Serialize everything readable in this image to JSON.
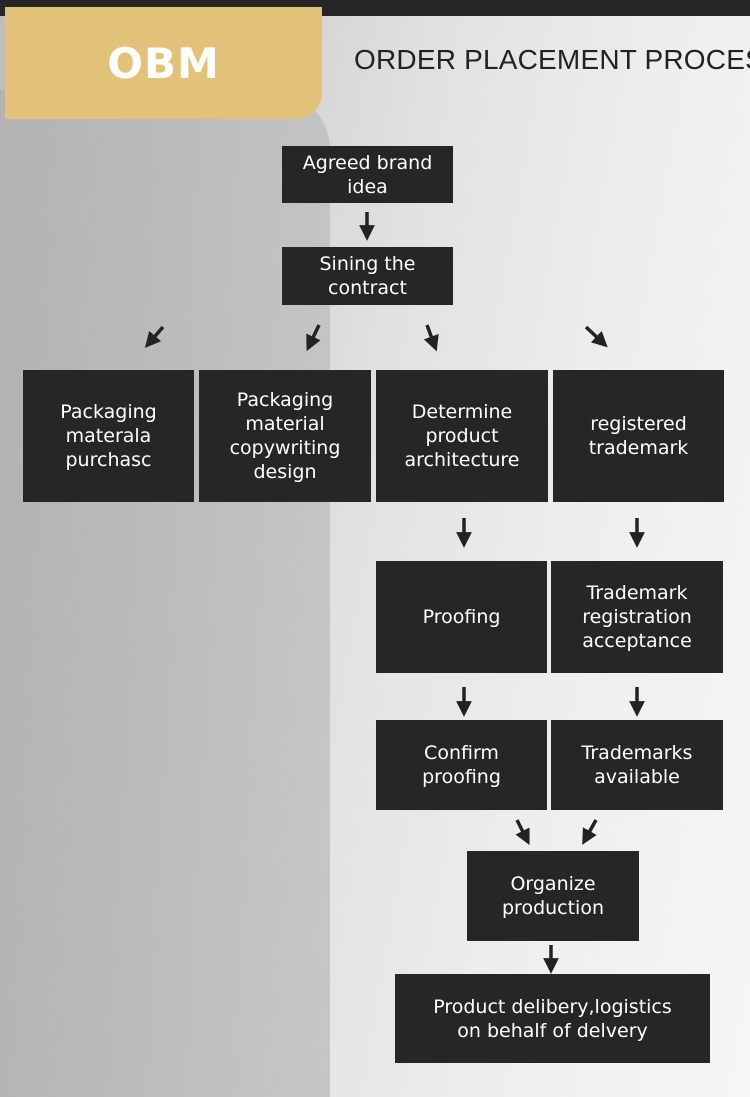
{
  "badge": "OBM",
  "title": "ORDER PLACEMENT PROCESS",
  "nodes": {
    "n1": "Agreed brand\nidea",
    "n2": "Sining the\ncontract",
    "n3": "Packaging\nmaterala\npurchasc",
    "n4": "Packaging\nmaterial\ncopywriting\ndesign",
    "n5": "Determine\nproduct\narchitecture",
    "n6": "registered\ntrademark",
    "n7": "Proofing",
    "n8": "Trademark\nregistration\nacceptance",
    "n9": "Confirm\nproofing",
    "n10": "Trademarks\navailable",
    "n11": "Organize\nproduction",
    "n12": "Product delibery,logistics\non behalf of delvery"
  },
  "colors": {
    "node_bg": "#262626",
    "badge_bg": "#e2c178",
    "arrow": "#222222"
  }
}
